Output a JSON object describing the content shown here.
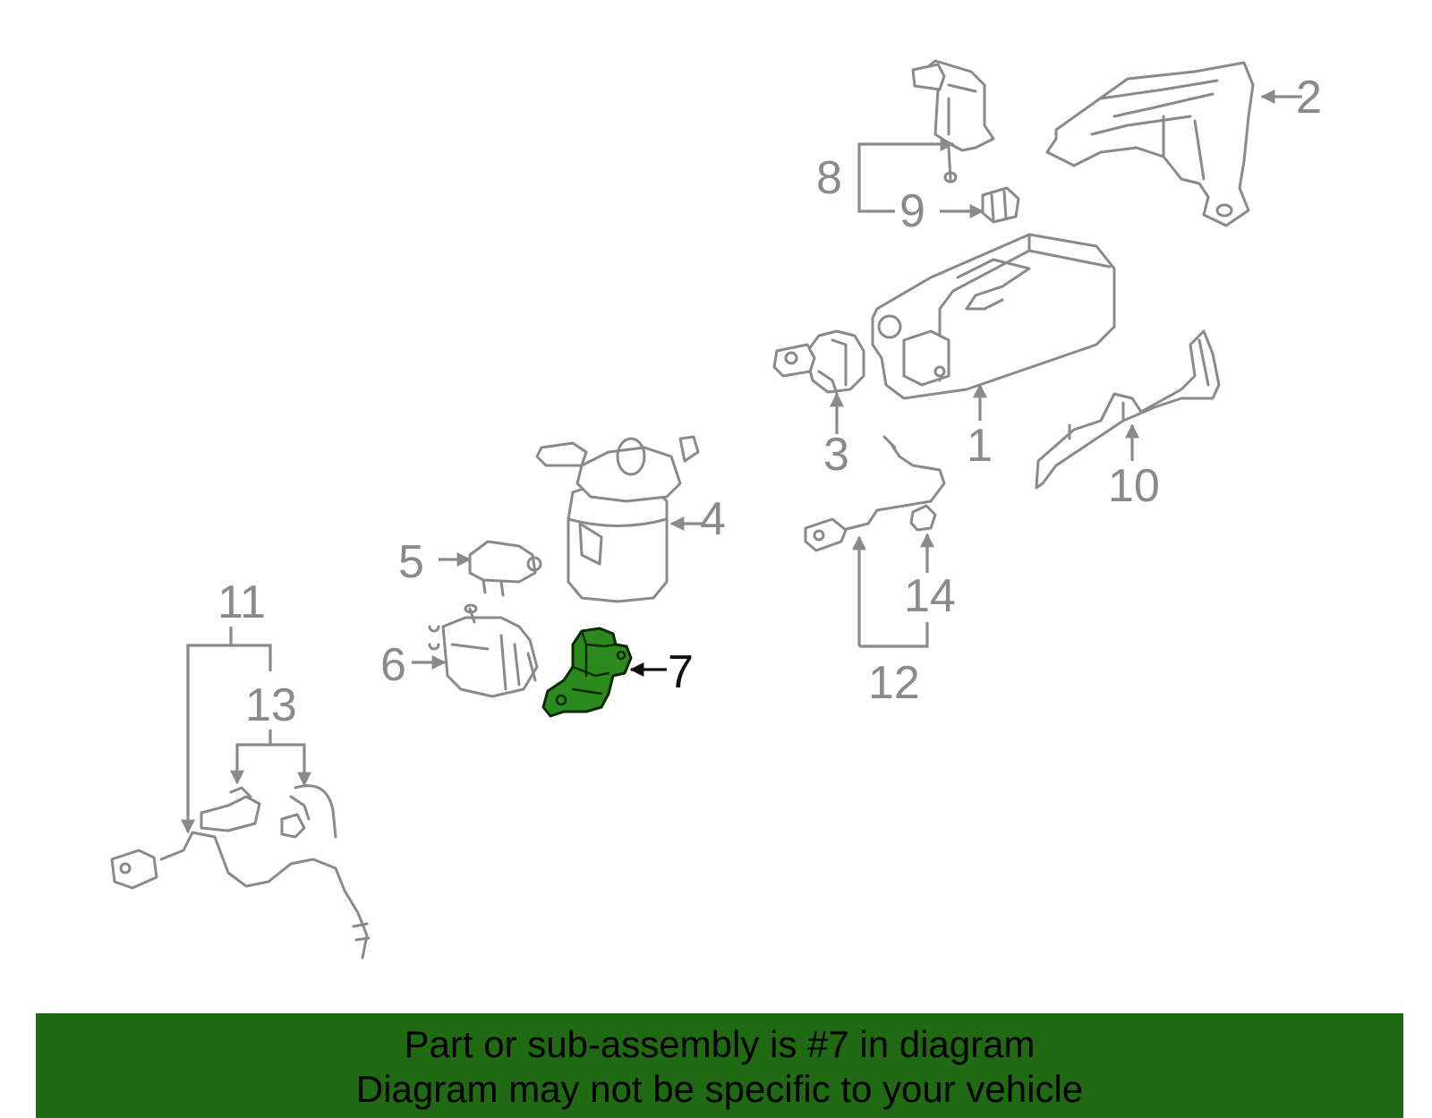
{
  "diagram": {
    "highlighted_part": "7",
    "callouts": [
      {
        "id": "1",
        "label": "1"
      },
      {
        "id": "2",
        "label": "2"
      },
      {
        "id": "3",
        "label": "3"
      },
      {
        "id": "4",
        "label": "4"
      },
      {
        "id": "5",
        "label": "5"
      },
      {
        "id": "6",
        "label": "6"
      },
      {
        "id": "7",
        "label": "7"
      },
      {
        "id": "8",
        "label": "8"
      },
      {
        "id": "9",
        "label": "9"
      },
      {
        "id": "10",
        "label": "10"
      },
      {
        "id": "11",
        "label": "11"
      },
      {
        "id": "12",
        "label": "12"
      },
      {
        "id": "13",
        "label": "13"
      },
      {
        "id": "14",
        "label": "14"
      }
    ],
    "colors": {
      "line_art": "#8a8a8a",
      "highlight_fill": "#2b8a1e",
      "highlight_outline": "#0d2a06",
      "banner_background": "#1f6a12",
      "banner_text": "#000000"
    }
  },
  "banner": {
    "line1": "Part or sub-assembly is #7 in diagram",
    "line2": "Diagram may not be specific to your vehicle"
  }
}
